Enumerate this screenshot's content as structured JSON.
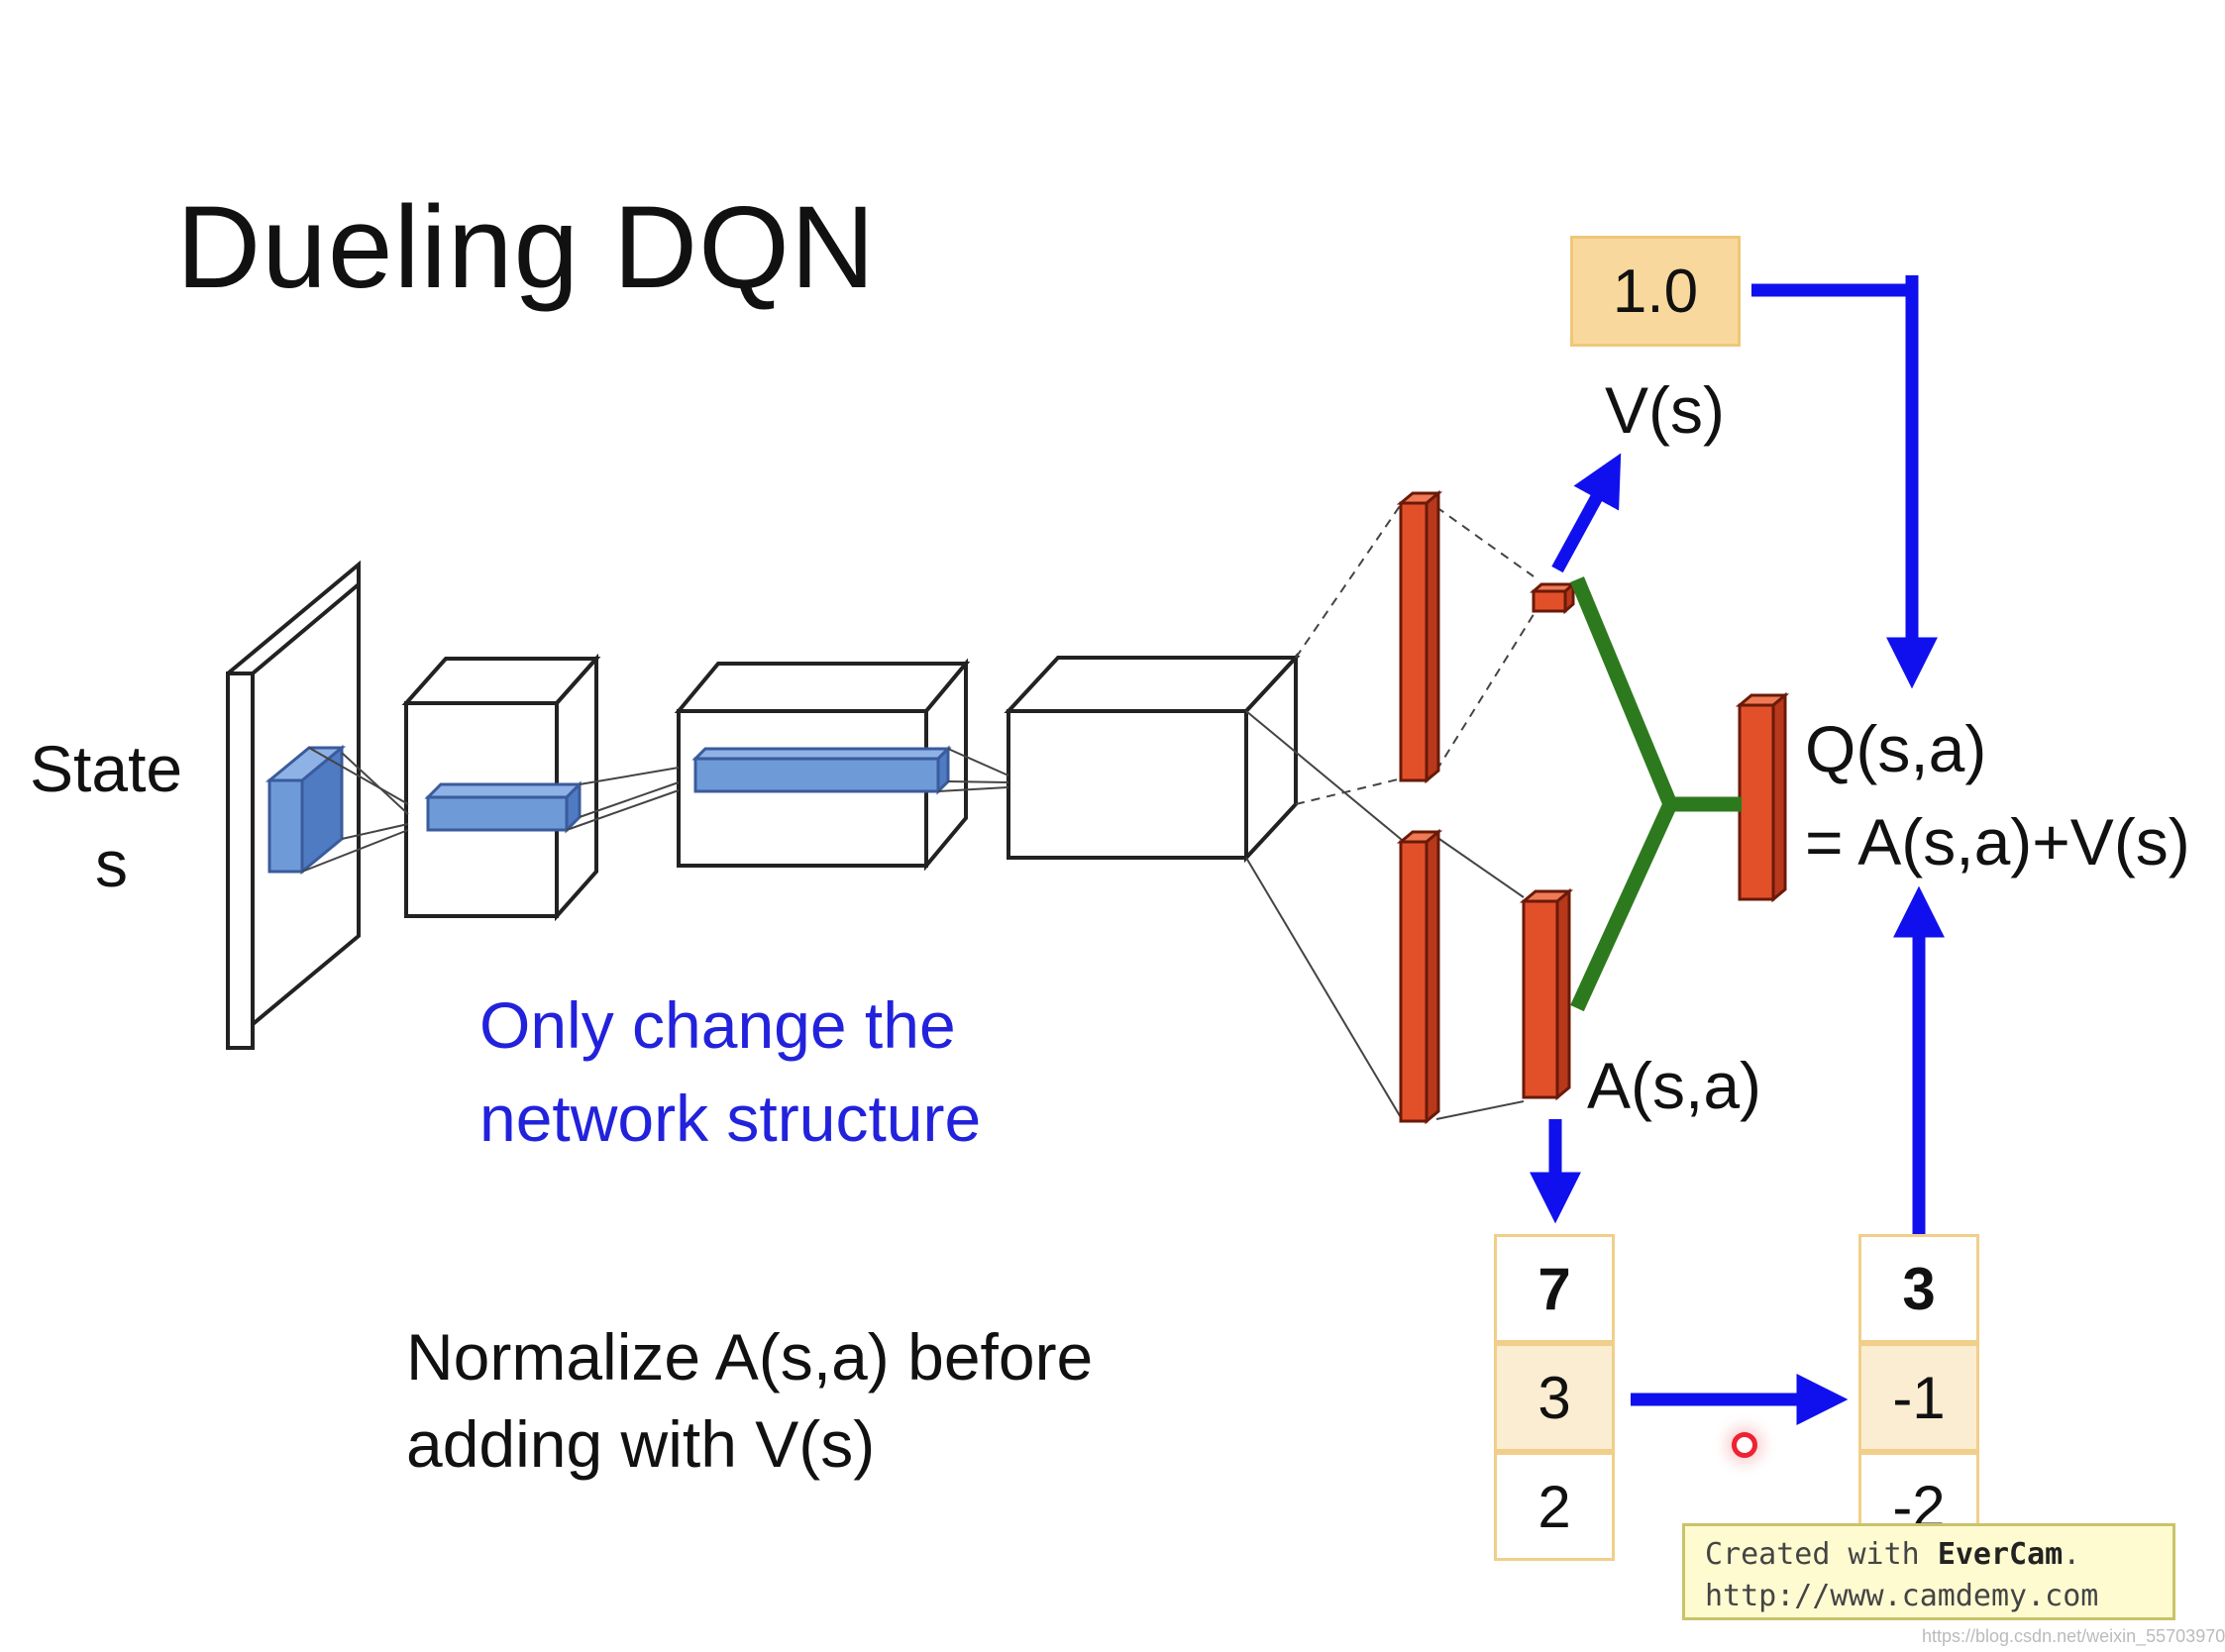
{
  "title": "Dueling DQN",
  "state_label": {
    "line1": "State",
    "line2": "s"
  },
  "v_value": "1.0",
  "v_label": "V(s)",
  "q_label": {
    "line1": "Q(s,a)",
    "line2": "= A(s,a)+V(s)"
  },
  "a_label": "A(s,a)",
  "note_blue": {
    "line1": "Only change the",
    "line2": "network structure"
  },
  "note_black": {
    "line1": "Normalize A(s,a) before",
    "line2": "adding with V(s)"
  },
  "a_values": [
    "7",
    "3",
    "2"
  ],
  "normalized_values": [
    "3",
    "-1",
    "-2"
  ],
  "watermark": {
    "prefix": "Created with ",
    "brand": "EverCam",
    "suffix": ".",
    "url": "http://www.camdemy.com"
  },
  "credit": "https://blog.csdn.net/weixin_55703970",
  "colors": {
    "arrow": "#1010ee",
    "merge": "#2d7a1e",
    "layer": "#e2502a",
    "feature": "#6f9ad8",
    "cell_border": "#f1cf8a"
  }
}
